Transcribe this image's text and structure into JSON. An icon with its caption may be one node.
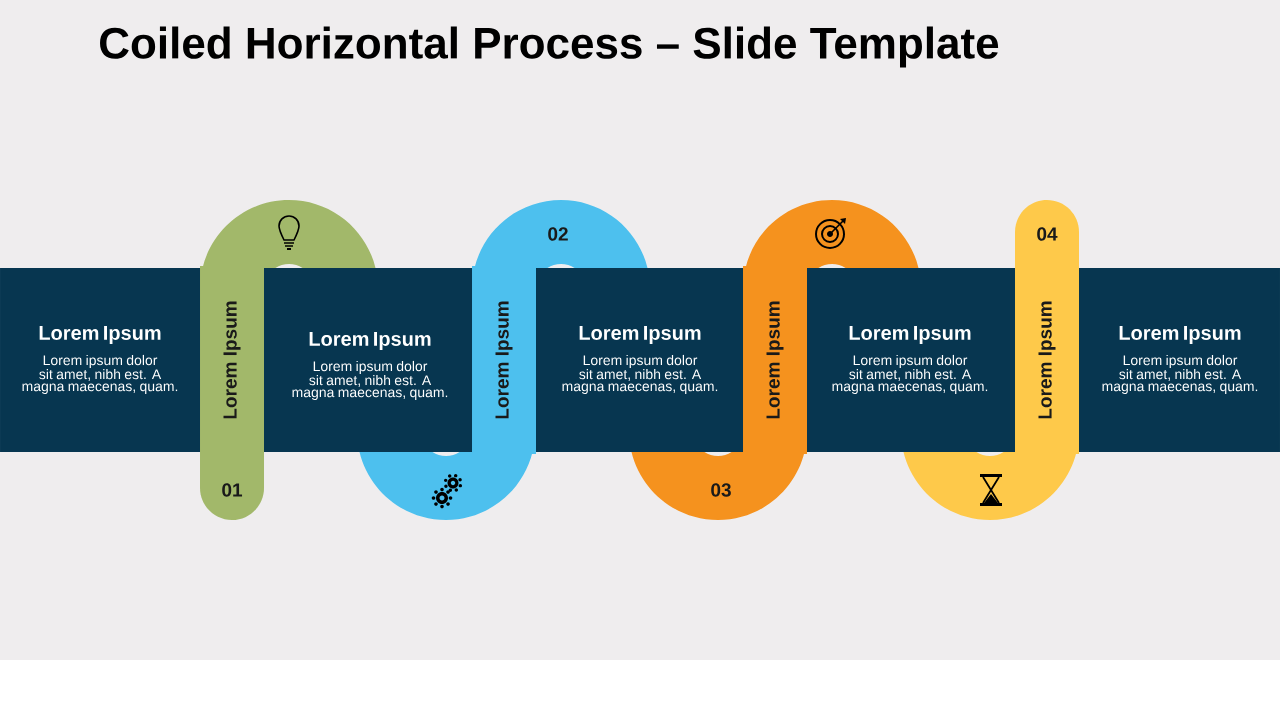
{
  "diagram": {
    "title": "Coiled Horizontal Process – Slide Template",
    "nodes": [
      {
        "text": [
          "Lorem Ipsum",
          "Lorem ipsum dolor sit amet, nibh est. A magna maecenas, quam."
        ]
      },
      {
        "text": [
          "Lorem Ipsum",
          "01"
        ]
      },
      {
        "text": [
          "Lorem Ipsum",
          "Lorem ipsum dolor sit amet, nibh est. A magna maecenas, quam."
        ]
      },
      {
        "text": [
          "Lorem Ipsum",
          "02"
        ]
      },
      {
        "text": [
          "Lorem Ipsum",
          "Lorem ipsum dolor sit amet, nibh est. A magna maecenas, quam."
        ]
      },
      {
        "text": [
          "Lorem Ipsum",
          "03"
        ]
      },
      {
        "text": [
          "Lorem Ipsum",
          "Lorem ipsum dolor sit amet, nibh est. A magna maecenas, quam."
        ]
      },
      {
        "text": [
          "Lorem Ipsum",
          "04"
        ]
      },
      {
        "text": [
          "Lorem Ipsum",
          "Lorem ipsum dolor sit amet, nibh est. A magna maecenas, quam."
        ]
      }
    ]
  }
}
